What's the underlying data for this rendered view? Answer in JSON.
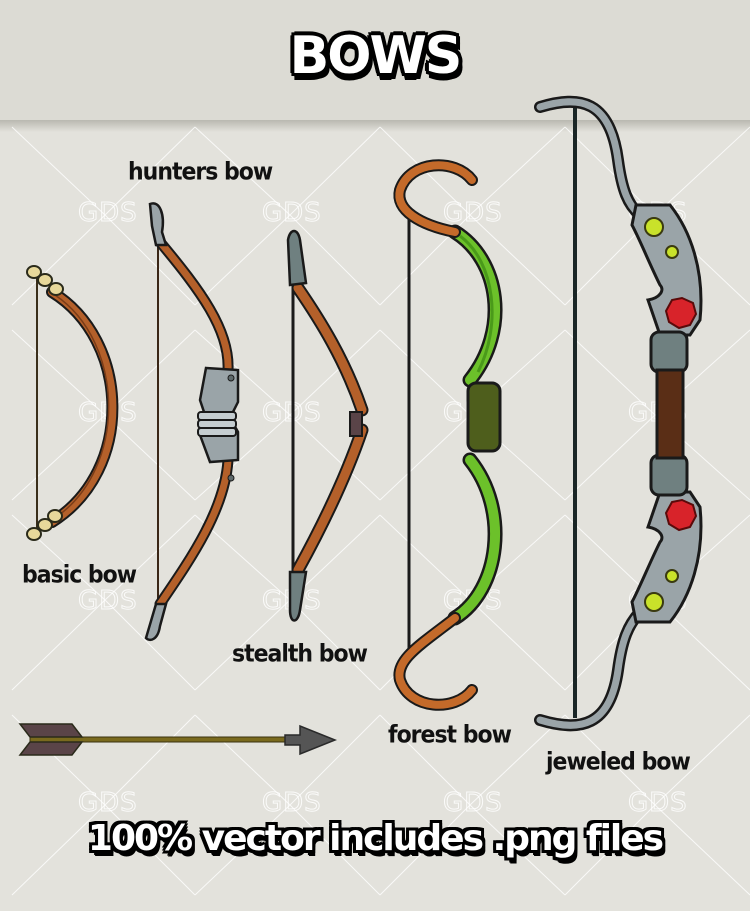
{
  "header": {
    "title": "BOWS"
  },
  "items": [
    {
      "name": "basic bow",
      "label": "basic bow"
    },
    {
      "name": "hunters bow",
      "label": "hunters bow"
    },
    {
      "name": "stealth bow",
      "label": "stealth bow"
    },
    {
      "name": "forest bow",
      "label": "forest bow"
    },
    {
      "name": "jeweled bow",
      "label": "jeweled bow"
    },
    {
      "name": "arrow",
      "label": ""
    }
  ],
  "footer": {
    "tagline": "100% vector includes .png files"
  },
  "watermark": {
    "text": "GDS"
  },
  "colors": {
    "background": "#e3e2dc",
    "header_band": "#dcdbd4",
    "wood": "#b4602a",
    "wood_dark": "#7a3c18",
    "metal": "#9aa4a8",
    "metal_dark": "#5f6a6c",
    "forest_green": "#6cc12a",
    "forest_grip": "#4e5e1c",
    "ruby": "#d8232a",
    "peridot": "#c9e22a",
    "bone_tip": "#e7d89a",
    "arrow_shaft": "#7a6a1e",
    "arrow_fletch": "#5a4448",
    "arrow_head": "#555555",
    "outline": "#1a1a1a"
  }
}
